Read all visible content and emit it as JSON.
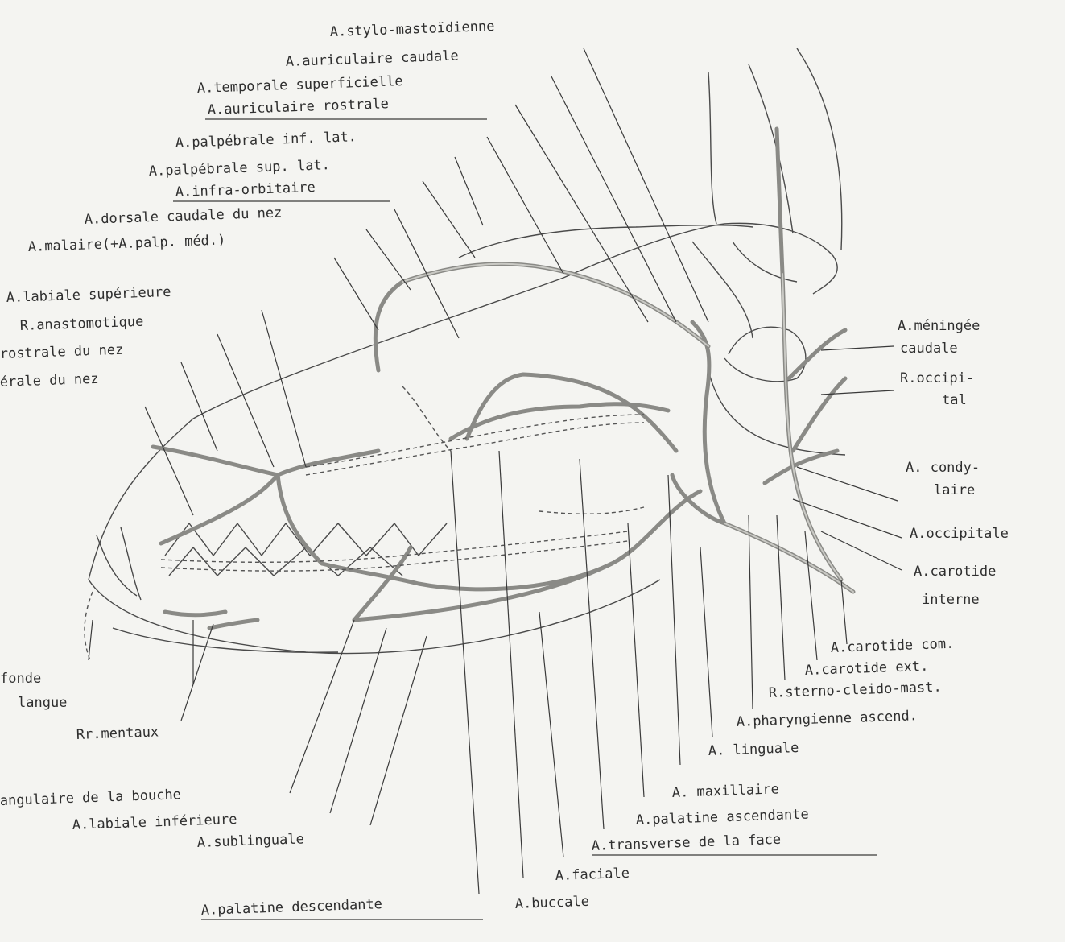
{
  "labels": {
    "stylo_mastoidienne": "A.stylo-mastoïdienne",
    "auriculaire_caudale": "A.auriculaire caudale",
    "temporale_superficielle": "A.temporale superficielle",
    "auriculaire_rostrale": "A.auriculaire rostrale",
    "palpebrale_inf_lat": "A.palpébrale inf. lat.",
    "palpebrale_sup_lat": "A.palpébrale sup. lat.",
    "infra_orbitaire": "A.infra-orbitaire",
    "dorsale_caudale_nez": "A.dorsale caudale du nez",
    "malaire": "A.malaire(+A.palp. méd.)",
    "labiale_superieure": "A.labiale supérieure",
    "r_anastomotique": "R.anastomotique",
    "rostrale_nez": "rostrale du nez",
    "erale_nez": "érale du nez",
    "meningee_1": "A.méningée",
    "meningee_2": "caudale",
    "occipital_1": "R.occipi-",
    "occipital_2": "tal",
    "condylaire_1": "A. condy-",
    "condylaire_2": "laire",
    "occipitale": "A.occipitale",
    "carotide_interne_1": "A.carotide",
    "carotide_interne_2": "interne",
    "carotide_com": "A.carotide com.",
    "carotide_ext": "A.carotide ext.",
    "sterno_cleido": "R.sterno-cleido-mast.",
    "pharyngienne": "A.pharyngienne ascend.",
    "linguale": "A. linguale",
    "maxillaire": "A. maxillaire",
    "palatine_ascendante": "A.palatine ascendante",
    "transverse_face": "A.transverse de la face",
    "faciale": "A.faciale",
    "buccale": "A.buccale",
    "palatine_descendante": "A.palatine descendante",
    "sublinguale": "A.sublinguale",
    "labiale_inferieure": "A.labiale inférieure",
    "angulaire_bouche": "angulaire de la bouche",
    "mentaux": "Rr.mentaux",
    "fonde": "fonde",
    "langue": "langue"
  }
}
